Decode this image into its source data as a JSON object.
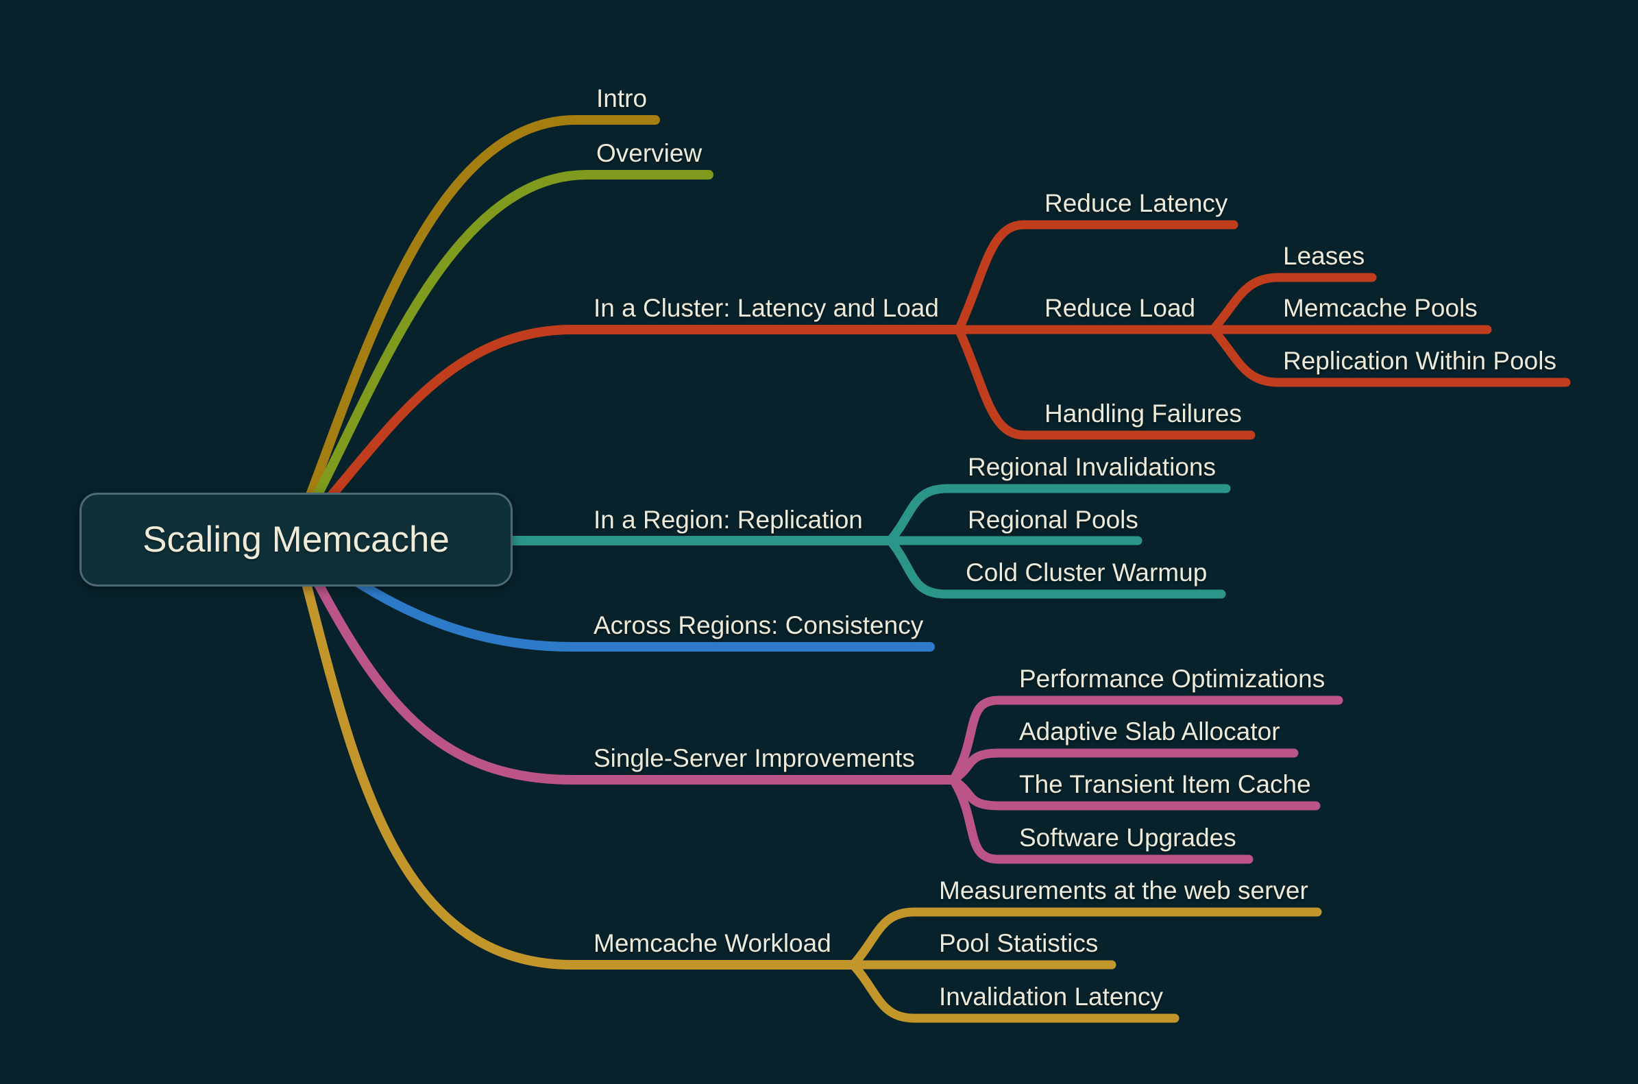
{
  "app": {
    "background_color": "#07222a",
    "label_text_color": "#eceada"
  },
  "root": {
    "label": "Scaling Memcache",
    "fill_color": "#0f3038",
    "border_color": "#4e6a74"
  },
  "branches": {
    "intro": {
      "label": "Intro",
      "color": "#a57e12"
    },
    "overview": {
      "label": "Overview",
      "color": "#7f9a1d"
    },
    "cluster": {
      "label": "In a Cluster: Latency and Load",
      "color": "#c03e1e",
      "children": {
        "reduce_latency": {
          "label": "Reduce Latency"
        },
        "reduce_load": {
          "label": "Reduce Load",
          "children": {
            "leases": {
              "label": "Leases"
            },
            "memcache_pools": {
              "label": "Memcache Pools"
            },
            "replication_within_pools": {
              "label": "Replication Within Pools"
            }
          }
        },
        "handling_failures": {
          "label": "Handling Failures"
        }
      }
    },
    "region": {
      "label": "In a Region: Replication",
      "color": "#2b9588",
      "children": {
        "regional_invalidations": {
          "label": "Regional Invalidations"
        },
        "regional_pools": {
          "label": "Regional Pools"
        },
        "cold_cluster_warmup": {
          "label": "Cold Cluster Warmup"
        }
      }
    },
    "across_regions": {
      "label": "Across Regions: Consistency",
      "color": "#2d7bc8"
    },
    "single_server": {
      "label": "Single-Server Improvements",
      "color": "#bb5587",
      "children": {
        "performance_optimizations": {
          "label": "Performance Optimizations"
        },
        "adaptive_slab_allocator": {
          "label": "Adaptive Slab Allocator"
        },
        "transient_item_cache": {
          "label": "The Transient Item Cache"
        },
        "software_upgrades": {
          "label": "Software Upgrades"
        }
      }
    },
    "workload": {
      "label": "Memcache Workload",
      "color": "#c3962c",
      "children": {
        "measurements_web_server": {
          "label": "Measurements at the web server"
        },
        "pool_statistics": {
          "label": "Pool Statistics"
        },
        "invalidation_latency": {
          "label": "Invalidation Latency"
        }
      }
    }
  }
}
